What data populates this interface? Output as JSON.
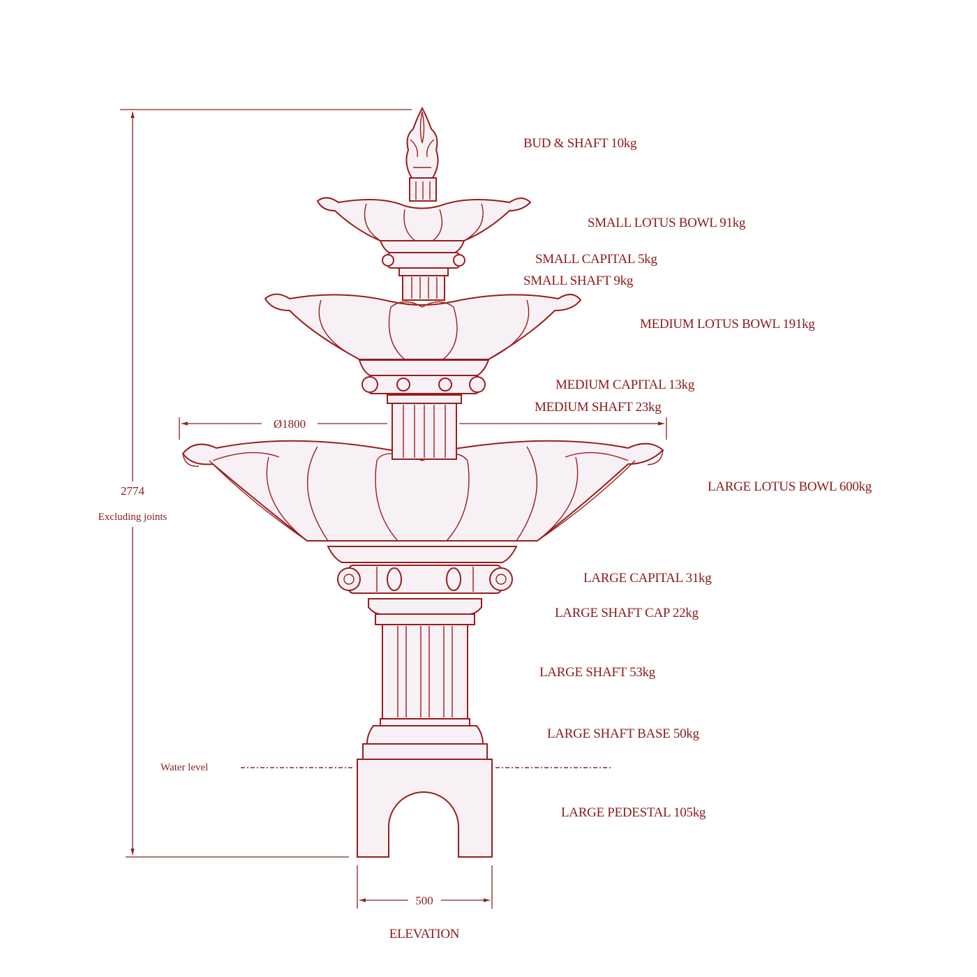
{
  "labels": {
    "bud_shaft": "BUD & SHAFT  10kg",
    "small_lotus_bowl": "SMALL LOTUS BOWL  91kg",
    "small_capital": "SMALL CAPITAL  5kg",
    "small_shaft": "SMALL SHAFT  9kg",
    "medium_lotus_bowl": "MEDIUM LOTUS BOWL  191kg",
    "medium_capital": "MEDIUM CAPITAL  13kg",
    "medium_shaft": "MEDIUM SHAFT  23kg",
    "large_lotus_bowl": "LARGE LOTUS BOWL  600kg",
    "large_capital": "LARGE CAPITAL  31kg",
    "large_shaft_cap": "LARGE SHAFT CAP  22kg",
    "large_shaft": "LARGE SHAFT  53kg",
    "large_shaft_base": "LARGE SHAFT BASE  50kg",
    "large_pedestal": "LARGE PEDESTAL  105kg"
  },
  "dimensions": {
    "height": "2774",
    "height_note": "Excluding joints",
    "bowl_diameter": "Ø1800",
    "base_width": "500",
    "water_level": "Water level"
  },
  "title": "ELEVATION",
  "colors": {
    "line": "#9a1d1d",
    "fill": "#f7f1f5"
  }
}
